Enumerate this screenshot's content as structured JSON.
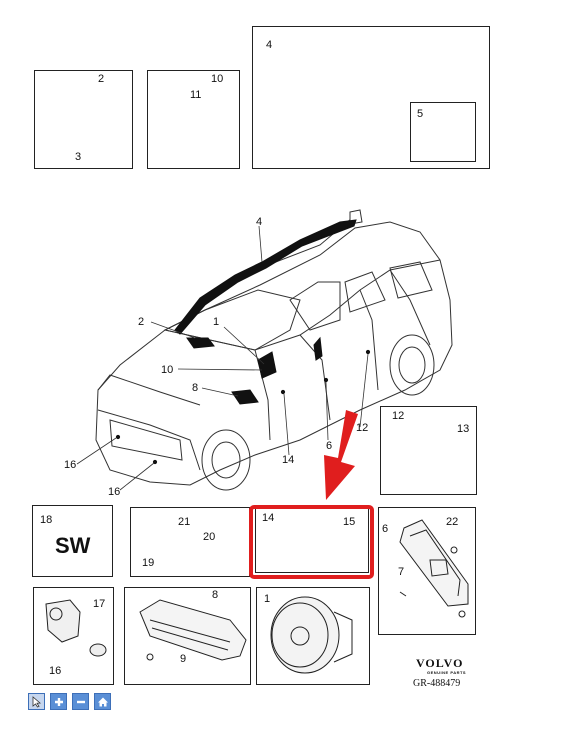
{
  "labels": {
    "l1": "1",
    "l2": "2",
    "l3": "3",
    "l4": "4",
    "l5": "5",
    "l6": "6",
    "l7": "7",
    "l8": "8",
    "l9": "9",
    "l10": "10",
    "l11": "11",
    "l12": "12",
    "l13": "13",
    "l14": "14",
    "l15": "15",
    "l16": "16",
    "l17": "17",
    "l18": "18",
    "l19": "19",
    "l20": "20",
    "l21": "21",
    "l22": "22"
  },
  "sw_text": "SW",
  "brand": {
    "name": "VOLVO",
    "sub": "GENUINE PARTS"
  },
  "ref_code": "GR-488479",
  "toolbar": {
    "cursor_icon": "cursor-icon",
    "plus_icon": "plus-icon",
    "minus_icon": "minus-icon",
    "home_icon": "home-icon"
  },
  "colors": {
    "highlight": "#e01e1e",
    "toolbar": "#5a8fd6"
  }
}
